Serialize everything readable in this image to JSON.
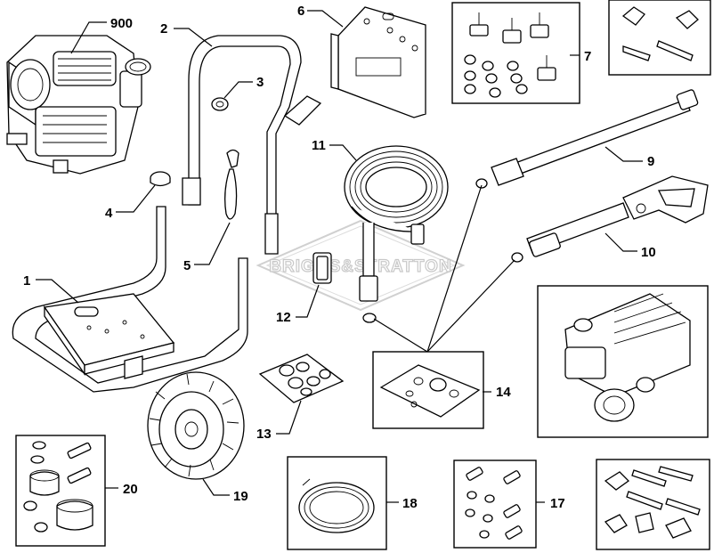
{
  "diagram": {
    "watermark": "BRIGGS&STRATTON",
    "callouts": {
      "c900": "900",
      "c1": "1",
      "c2": "2",
      "c3": "3",
      "c4": "4",
      "c5": "5",
      "c6": "6",
      "c7": "7",
      "c9": "9",
      "c10": "10",
      "c11": "11",
      "c12": "12",
      "c13": "13",
      "c14": "14",
      "c17": "17",
      "c18": "18",
      "c19": "19",
      "c20": "20"
    }
  }
}
